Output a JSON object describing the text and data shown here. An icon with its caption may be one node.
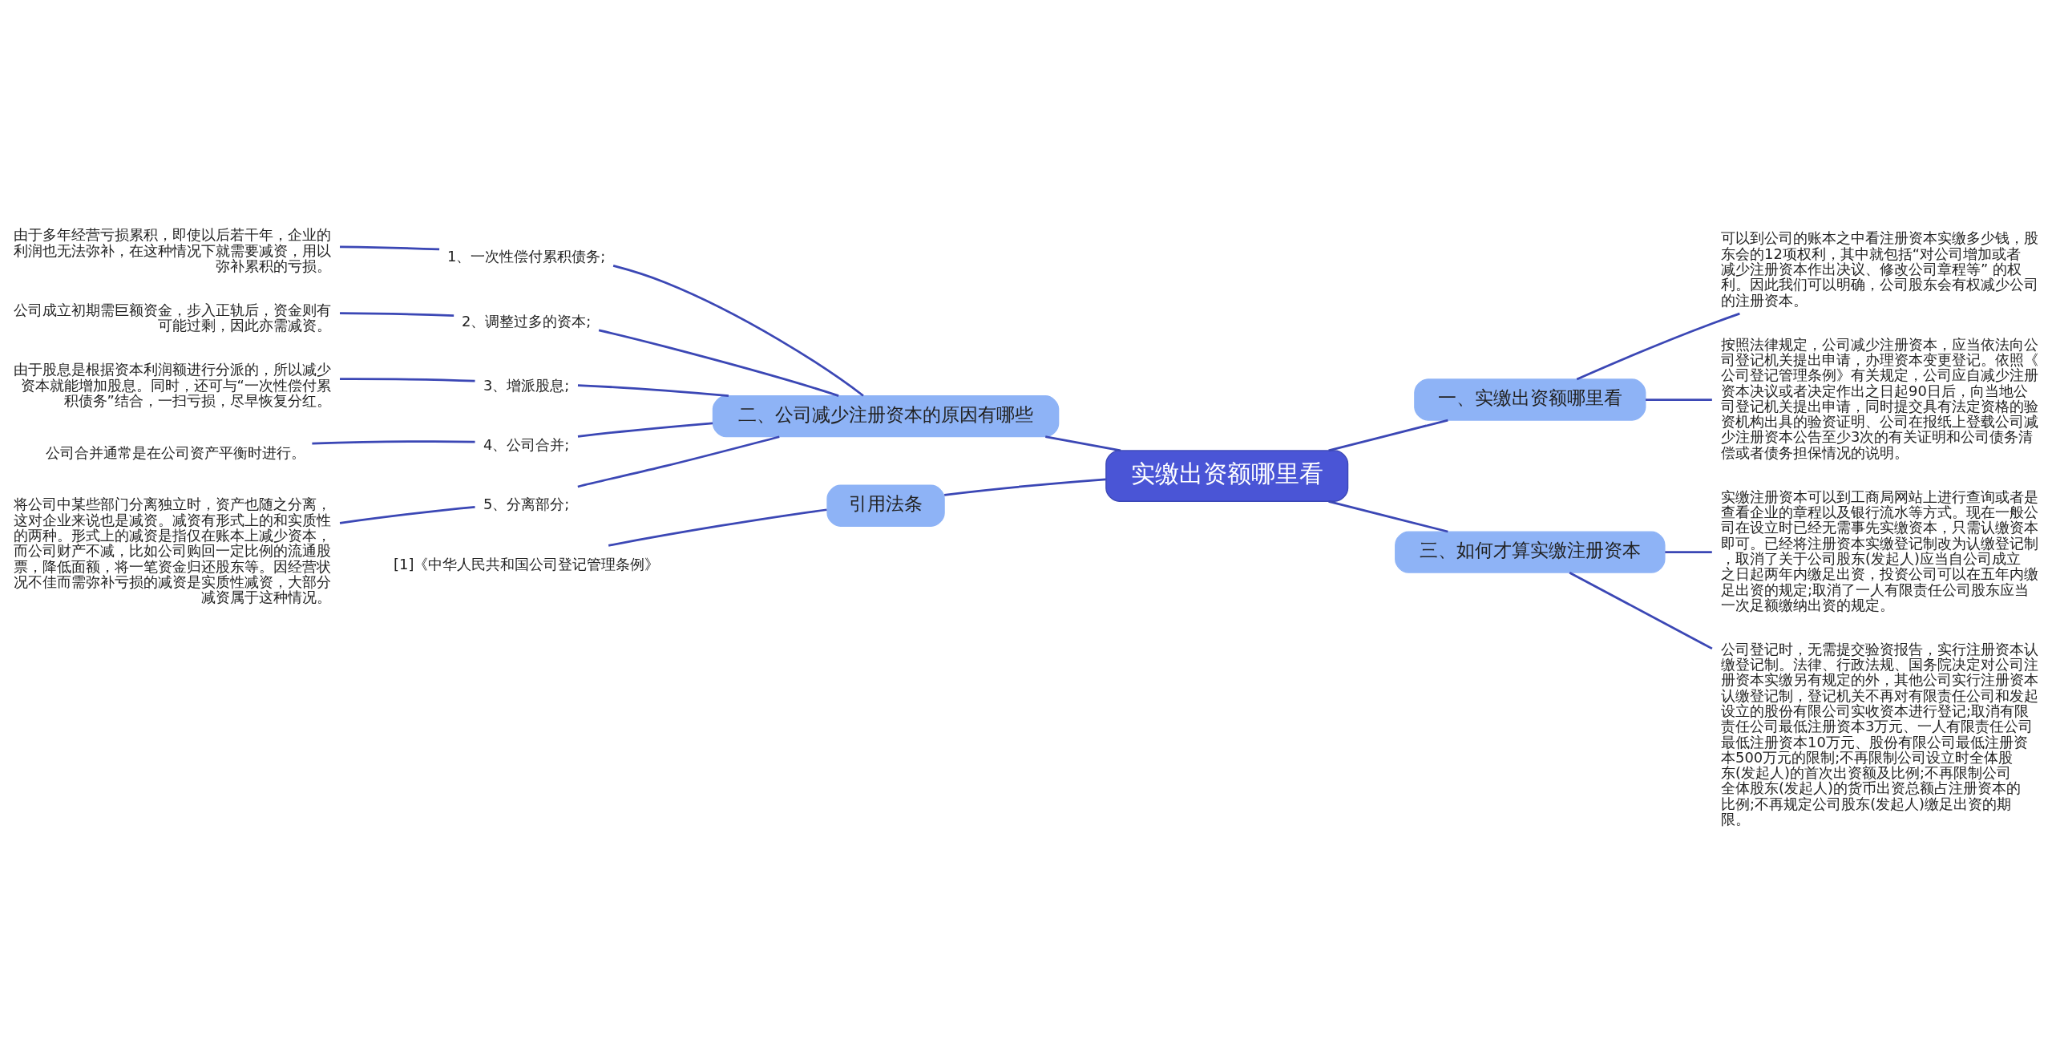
{
  "diagram": {
    "nodes": [
      {
        "text": [
          "实缴出资额哪里看"
        ]
      },
      {
        "text": [
          "一、实缴出资额哪里看"
        ]
      },
      {
        "text": [
          "可以到公司的账本之中看注册资本实缴多少钱，股东会的12项权利，其中就包括“对公司增加或者减少注册资本作出决议、修改公司章程等” 的权利。因此我们可以明确，公司股东会有权减少公司的注册资本。"
        ]
      },
      {
        "text": [
          "按照法律规定，公司减少注册资本，应当依法向公司登记机关提出申请，办理资本变更登记。依照《公司登记管理条例》有关规定，公司应自减少注册资本决议或者决定作出之日起90日后，向当地公司登记机关提出申请，同时提交具有法定资格的验资机构出具的验资证明、公司在报纸上登载公司减少注册资本公告至少3次的有关证明和公司债务清偿或者债务担保情况的说明。"
        ]
      },
      {
        "text": [
          "二、公司减少注册资本的原因有哪些"
        ]
      },
      {
        "text": [
          "1、一次性偿付累积债务;"
        ]
      },
      {
        "text": [
          "由于多年经营亏损累积，即使以后若干年，企业的利润也无法弥补，在这种情况下就需要减资，用以弥补累积的亏损。"
        ]
      },
      {
        "text": [
          "2、调整过多的资本;"
        ]
      },
      {
        "text": [
          "公司成立初期需巨额资金，步入正轨后，资金则有可能过剩，因此亦需减资。"
        ]
      },
      {
        "text": [
          "3、增派股息;"
        ]
      },
      {
        "text": [
          "由于股息是根据资本利润额进行分派的，所以减少资本就能增加股息。同时，还可与“一次性偿付累积债务”结合，一扫亏损，尽早恢复分红。"
        ]
      },
      {
        "text": [
          "4、公司合并;"
        ]
      },
      {
        "text": [
          "公司合并通常是在公司资产平衡时进行。"
        ]
      },
      {
        "text": [
          "5、分离部分;"
        ]
      },
      {
        "text": [
          "将公司中某些部门分离独立时，资产也随之分离，这对企业来说也是减资。减资有形式上的和实质性的两种。形式上的减资是指仅在账本上减少资本，而公司财产不减，比如公司购回一定比例的流通股票，降低面额，将一笔资金归还股东等。因经营状况不佳而需弥补亏损的减资是实质性减资，大部分减资属于这种情况。"
        ]
      },
      {
        "text": [
          "引用法条"
        ]
      },
      {
        "text": [
          "[1]《中华人民共和国公司登记管理条例》"
        ]
      },
      {
        "text": [
          "三、如何才算实缴注册资本"
        ]
      },
      {
        "text": [
          "实缴注册资本可以到工商局网站上进行查询或者是查看企业的章程以及银行流水等方式。现在一般公司在设立时已经无需事先实缴资本，只需认缴资本即可。已经将注册资本实缴登记制改为认缴登记制，取消了关于公司股东(发起人)应当自公司成立之日起两年内缴足出资，投资公司可以在五年内缴足出资的规定;取消了一人有限责任公司股东应当一次足额缴纳出资的规定。"
        ]
      },
      {
        "text": [
          "公司登记时，无需提交验资报告，实行注册资本认缴登记制。法律、行政法规、国务院决定对公司注册资本实缴另有规定的外，其他公司实行注册资本认缴登记制，登记机关不再对有限责任公司和发起设立的股份有限公司实收资本进行登记;取消有限责任公司最低注册资本3万元、一人有限责任公司最低注册资本10万元、股份有限公司最低注册资本500万元的限制;不再限制公司设立时全体股东(发起人)的首次出资额及比例;不再限制公司全体股东(发起人)的货币出资总额占注册资本的比例;不再规定公司股东(发起人)缴足出资的期限。"
        ]
      }
    ],
    "edges": [
      {
        "from": 0,
        "to": 1,
        "arrow": "none"
      },
      {
        "from": 1,
        "to": 2,
        "arrow": "none"
      },
      {
        "from": 1,
        "to": 3,
        "arrow": "none"
      },
      {
        "from": 0,
        "to": 4,
        "arrow": "none"
      },
      {
        "from": 4,
        "to": 5,
        "arrow": "none"
      },
      {
        "from": 5,
        "to": 6,
        "arrow": "none"
      },
      {
        "from": 4,
        "to": 7,
        "arrow": "none"
      },
      {
        "from": 7,
        "to": 8,
        "arrow": "none"
      },
      {
        "from": 4,
        "to": 9,
        "arrow": "none"
      },
      {
        "from": 9,
        "to": 10,
        "arrow": "none"
      },
      {
        "from": 4,
        "to": 11,
        "arrow": "none"
      },
      {
        "from": 11,
        "to": 12,
        "arrow": "none"
      },
      {
        "from": 4,
        "to": 13,
        "arrow": "none"
      },
      {
        "from": 13,
        "to": 14,
        "arrow": "none"
      },
      {
        "from": 0,
        "to": 15,
        "arrow": "none"
      },
      {
        "from": 15,
        "to": 16,
        "arrow": "none"
      },
      {
        "from": 0,
        "to": 17,
        "arrow": "none"
      },
      {
        "from": 17,
        "to": 18,
        "arrow": "none"
      },
      {
        "from": 17,
        "to": 19,
        "arrow": "none"
      }
    ]
  }
}
